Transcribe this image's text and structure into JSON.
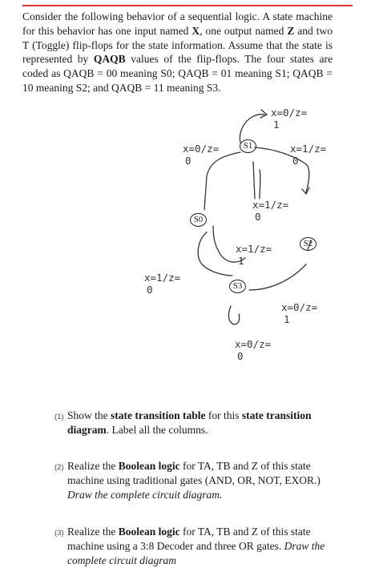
{
  "intro": {
    "p1": "Consider the following behavior of a sequential logic. A state machine for this behavior has one input named ",
    "x": "X",
    "p2": ", one output named ",
    "z": "Z",
    "p3": " and two T (Toggle) flip-flops for the state information. Assume that the state is represented by ",
    "qaqb": "QAQB",
    "p4": " values of the flip-flops. The four states are coded as QAQB = 00 meaning S0; QAQB = 01 meaning S1; QAQB = 10 meaning S2; and QAQB = 11 meaning S3."
  },
  "diagram": {
    "states": {
      "s1": "S1",
      "s0": "S0",
      "s2": "S2",
      "s3": "S3"
    },
    "labels": {
      "s1_self_a": "x=0/z=",
      "s1_self_b": "1",
      "s1_left_a": "x=0/z=",
      "s1_left_b": "0",
      "s1_right_a": "x=1/z=",
      "s1_right_b": "0",
      "mid_a": "x=1/z=",
      "mid_b": "0",
      "s0_to_s2_a": "x=1/z=",
      "s0_to_s2_b": "1",
      "s0_left_a": "x=1/z=",
      "s0_left_b": "0",
      "s2_right_a": "x=0/z=",
      "s2_right_b": "1",
      "s3_bottom_a": "x=0/z=",
      "s3_bottom_b": "0"
    }
  },
  "questions": [
    {
      "num": "(1)",
      "pre": "Show the ",
      "b1": "state transition table",
      "mid": " for this ",
      "b2": "state transition diagram",
      "post": ". Label all the columns."
    },
    {
      "num": "(2)",
      "pre": "Realize the ",
      "b1": "Boolean logic",
      "mid": " for TA, TB and Z of this state machine using traditional gates (AND, OR, NOT, EXOR.) ",
      "italic": "Draw the complete circuit diagram."
    },
    {
      "num": "(3)",
      "pre": "Realize the ",
      "b1": "Boolean logic",
      "mid": " for TA, TB and Z of this state machine using a 3:8 Decoder and three OR gates. ",
      "italic": "Draw the complete circuit diagram"
    }
  ]
}
